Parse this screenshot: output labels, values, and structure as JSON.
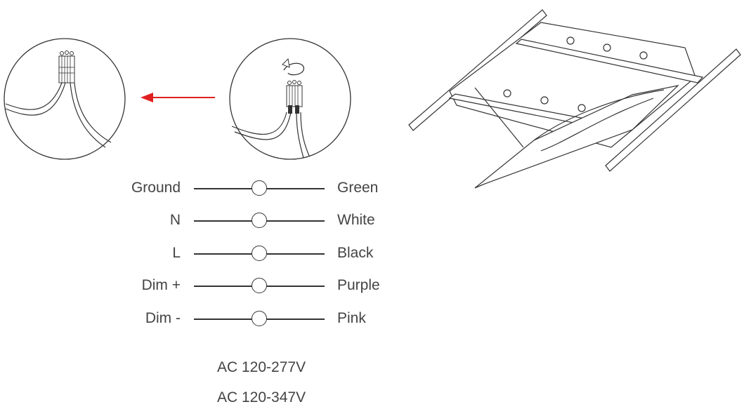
{
  "wiring": [
    {
      "terminal": "Ground",
      "wire": "Green"
    },
    {
      "terminal": "N",
      "wire": "White"
    },
    {
      "terminal": "L",
      "wire": "Black"
    },
    {
      "terminal": "Dim +",
      "wire": "Purple"
    },
    {
      "terminal": "Dim -",
      "wire": "Pink"
    }
  ],
  "voltages": [
    "AC 120-277V",
    "AC 120-347V"
  ],
  "colors": {
    "arrow": "#e02020",
    "line": "#333333"
  }
}
